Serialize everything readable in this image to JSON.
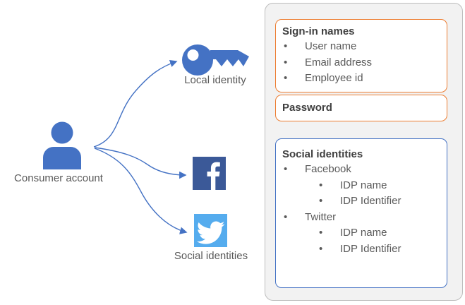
{
  "ui": {
    "bullet": "•"
  },
  "diagram": {
    "consumer": {
      "label": "Consumer account"
    },
    "local_identity": {
      "label": "Local identity"
    },
    "social_identities": {
      "label": "Social identities"
    }
  },
  "panel": {
    "signin": {
      "title": "Sign-in names",
      "items": [
        "User name",
        "Email address",
        "Employee id"
      ]
    },
    "password": {
      "title": "Password"
    },
    "social": {
      "title": "Social identities",
      "providers": [
        {
          "name": "Facebook",
          "attributes": [
            "IDP name",
            "IDP Identifier"
          ]
        },
        {
          "name": "Twitter",
          "attributes": [
            "IDP name",
            "IDP Identifier"
          ]
        }
      ]
    }
  },
  "colors": {
    "accent_blue": "#4472C4",
    "accent_orange": "#ED7D31",
    "facebook_blue": "#3B5998",
    "twitter_blue": "#55ACEE",
    "panel_bg": "#F2F2F2",
    "panel_border": "#BDBDBD",
    "heading_text": "#3F3F3F",
    "body_text": "#595959"
  }
}
